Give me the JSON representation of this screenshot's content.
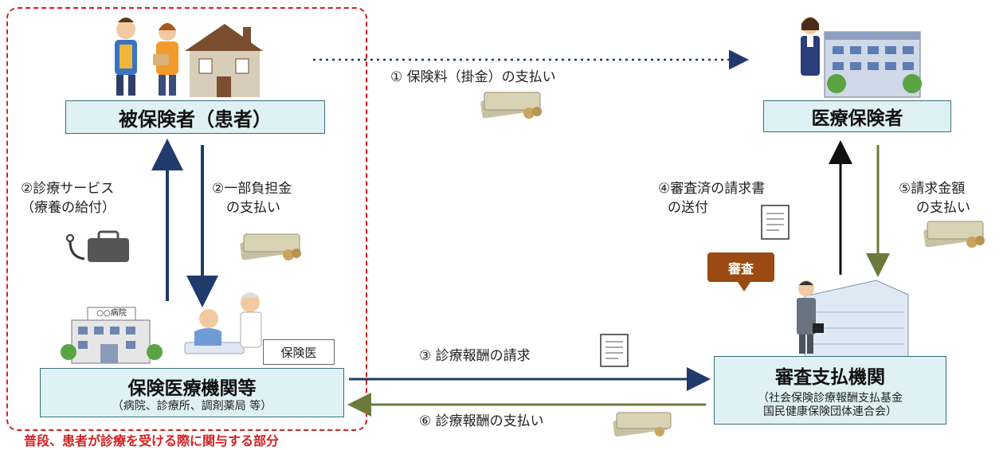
{
  "nodes": {
    "insured": {
      "title": "被保険者（患者）"
    },
    "insurer": {
      "title": "医療保険者"
    },
    "provider": {
      "title": "保険医療機関等",
      "subtitle": "（病院、診療所、調剤薬局 等）"
    },
    "review": {
      "title": "審査支払機関",
      "subtitle_line1": "（社会保険診療報酬支払基金",
      "subtitle_line2": "国民健康保険団体連合会）"
    }
  },
  "flows": {
    "step1": "① 保険料（掛金）の支払い",
    "step2a_line1": "②診療サービス",
    "step2a_line2": "（療養の給付）",
    "step2b_line1": "②一部負担金",
    "step2b_line2": "の支払い",
    "step3": "③ 診療報酬の請求",
    "step4_line1": "④審査済の請求書",
    "step4_line2": "の送付",
    "step5_line1": "⑤請求金額",
    "step5_line2": "の支払い",
    "step6": "⑥ 診療報酬の支払い"
  },
  "tags": {
    "review_tag": "審査",
    "doctor_badge": "保険医",
    "hospital_sign": "○○病院"
  },
  "caption": "普段、患者が診療を受ける際に関与する部分",
  "colors": {
    "dashed_region": "#d42020",
    "node_fill": "#dff1f4",
    "arrow_navy": "#1f3a6b",
    "arrow_olive": "#6b7a3a",
    "tag_brown": "#9a4a12"
  },
  "icons": [
    "family-icon",
    "house-icon",
    "office-building-icon",
    "receptionist-icon",
    "money-icon",
    "stethoscope-bag-icon",
    "hospital-building-icon",
    "doctor-patient-icon",
    "document-icon",
    "businessman-icon",
    "review-building-icon"
  ]
}
